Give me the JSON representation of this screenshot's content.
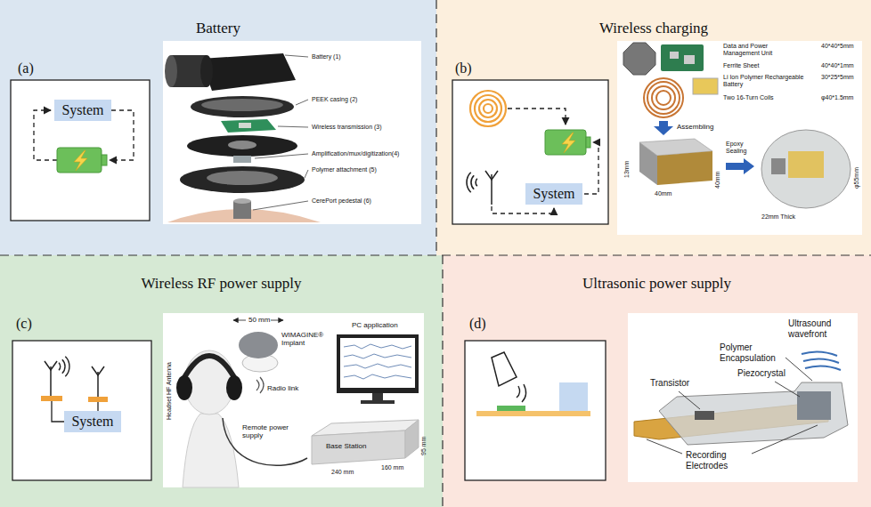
{
  "diagram": {
    "nodes": [
      {
        "text": [
          "Battery"
        ]
      },
      {
        "text": [
          "System"
        ],
        "in": 0
      },
      {
        "text": [
          "Wireless charging"
        ]
      },
      {
        "text": [
          "System"
        ],
        "in": 2
      },
      {
        "text": [
          "Wireless RF power supply"
        ]
      },
      {
        "text": [
          "System"
        ],
        "in": 4
      },
      {
        "text": [
          "Ultrasonic power supply"
        ]
      }
    ],
    "labels": [
      "(a)",
      "Battery (1)",
      "PEEK casing (2)",
      "Wireless transmission (3)",
      "Amplification/mux/digitization(4)",
      "Polymer attachment (5)",
      "CerePort pedestal (6)",
      "(b)",
      "Data and Power Management Unit",
      "40*40*5mm",
      "Ferrite Sheet",
      "40*40*1mm",
      "Li Ion Polymer Rechargeable Battery",
      "30*25*5mm",
      "Two 16-Turn Coils",
      "φ40*1.5mm",
      "Assembling",
      "13mm",
      "40mm",
      "40mm",
      "Epoxy Sealing",
      "22mm Thick",
      "φ55mm",
      "(c)",
      "Headset HF Antenna",
      "50 mm",
      "WIMAGINE® Implant",
      "PC application",
      "Radio link",
      "Remote power supply",
      "Base Station",
      "95 mm",
      "240 mm",
      "160 mm",
      "(d)",
      "Ultrasound wavefront",
      "Polymer Encapsulation",
      "Transistor",
      "Piezocrystal",
      "Recording Electrodes"
    ]
  }
}
